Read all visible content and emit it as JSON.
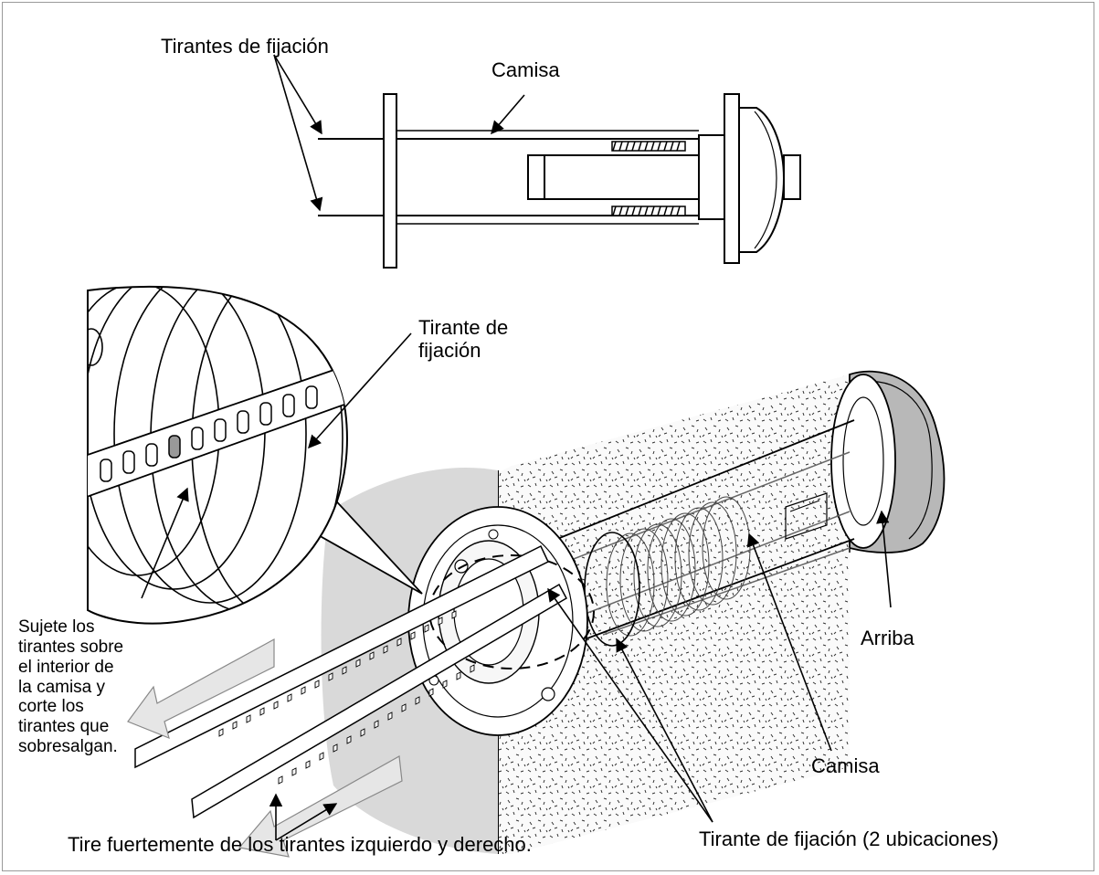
{
  "labels": {
    "top_straps": "Tirantes de fijación",
    "top_sleeve": "Camisa",
    "zoom_strap_line1": "Tirante de",
    "zoom_strap_line2": "fijación",
    "secure_instruction_lines": [
      "Sujete los",
      "tirantes sobre",
      "el interior de",
      "la camisa y",
      "corte los",
      "tirantes que",
      "sobresalgan."
    ],
    "up": "Arriba",
    "sleeve": "Camisa",
    "pull_instruction": "Tire fuertemente de los tirantes izquierdo y derecho.",
    "strap_locations": "Tirante de fijación (2 ubicaciones)"
  },
  "colors": {
    "line": "#000000",
    "wall_fill": "#f2f2f2",
    "shadow": "#d9d9d9",
    "arrow_fill": "#e6e6e6",
    "hood_gray": "#b8b8b8"
  }
}
